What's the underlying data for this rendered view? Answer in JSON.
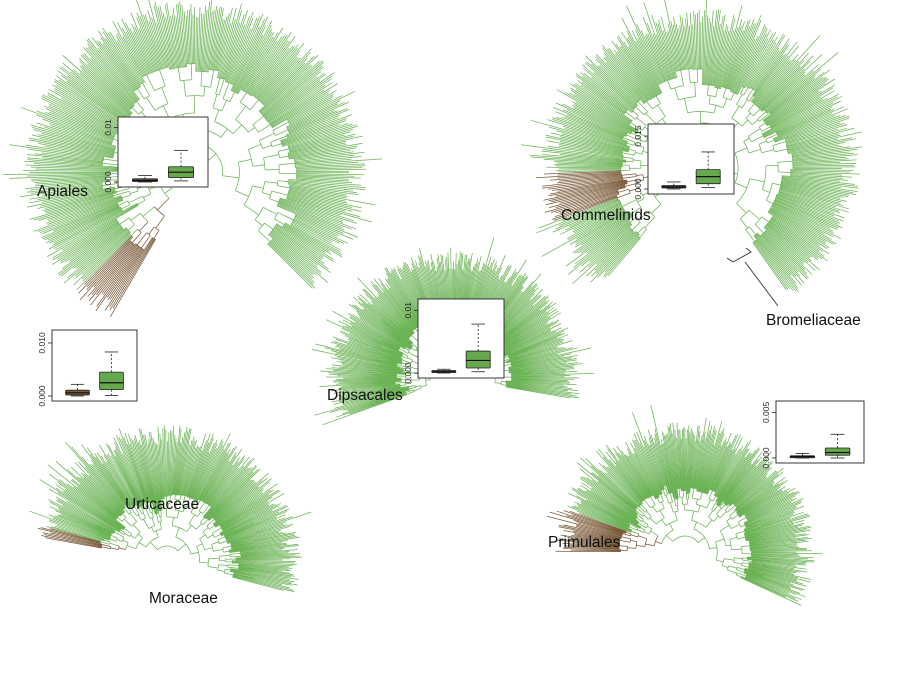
{
  "colors": {
    "green": "#6cb356",
    "brown": "#7a5a38",
    "box_green": "#66a84b",
    "box_brown": "#7b5a3a",
    "axis": "#222222"
  },
  "panels": [
    {
      "id": "apiales",
      "labels": [
        "Apiales"
      ],
      "boxplot": {
        "ticks": [
          "0.000",
          "0.01"
        ],
        "groups": [
          {
            "color": "brown",
            "median": 0.0003,
            "q1": 0.0001,
            "q3": 0.0006,
            "whisker_low": 0.0,
            "whisker_high": 0.0012
          },
          {
            "color": "green",
            "median": 0.0018,
            "q1": 0.0008,
            "q3": 0.0028,
            "whisker_low": 0.0002,
            "whisker_high": 0.0058
          }
        ]
      }
    },
    {
      "id": "commelinids",
      "labels": [
        "Commelinids",
        "Bromeliaceae"
      ],
      "boxplot": {
        "ticks": [
          "0.000",
          "0.015"
        ],
        "groups": [
          {
            "color": "brown",
            "median": 0.0006,
            "q1": 0.0003,
            "q3": 0.001,
            "whisker_low": 0.0,
            "whisker_high": 0.002
          },
          {
            "color": "green",
            "median": 0.0035,
            "q1": 0.0015,
            "q3": 0.0055,
            "whisker_low": 0.0004,
            "whisker_high": 0.0105
          }
        ]
      }
    },
    {
      "id": "dipsacales",
      "labels": [
        "Dipsacales"
      ],
      "boxplot": {
        "ticks": [
          "0.000",
          "0.01"
        ],
        "groups": [
          {
            "color": "brown",
            "median": 0.0002,
            "q1": 0.0001,
            "q3": 0.0004,
            "whisker_low": 0.0,
            "whisker_high": 0.0006
          },
          {
            "color": "green",
            "median": 0.002,
            "q1": 0.0008,
            "q3": 0.0035,
            "whisker_low": 0.0002,
            "whisker_high": 0.0078
          }
        ]
      }
    },
    {
      "id": "moraceae",
      "labels": [
        "Urticaceae",
        "Moraceae"
      ],
      "boxplot": {
        "ticks": [
          "0.000",
          "0.010"
        ],
        "groups": [
          {
            "color": "brown",
            "median": 0.0006,
            "q1": 0.0002,
            "q3": 0.0011,
            "whisker_low": 0.0,
            "whisker_high": 0.0022
          },
          {
            "color": "green",
            "median": 0.0025,
            "q1": 0.0012,
            "q3": 0.0045,
            "whisker_low": 0.0001,
            "whisker_high": 0.0083
          }
        ]
      }
    },
    {
      "id": "primulales",
      "labels": [
        "Primulales"
      ],
      "boxplot": {
        "ticks": [
          "0.000",
          "0.005"
        ],
        "groups": [
          {
            "color": "brown",
            "median": 0.00015,
            "q1": 5e-05,
            "q3": 0.00025,
            "whisker_low": 0.0,
            "whisker_high": 0.0005
          },
          {
            "color": "green",
            "median": 0.0006,
            "q1": 0.0003,
            "q3": 0.0011,
            "whisker_low": 0.0,
            "whisker_high": 0.0026
          }
        ]
      }
    }
  ]
}
